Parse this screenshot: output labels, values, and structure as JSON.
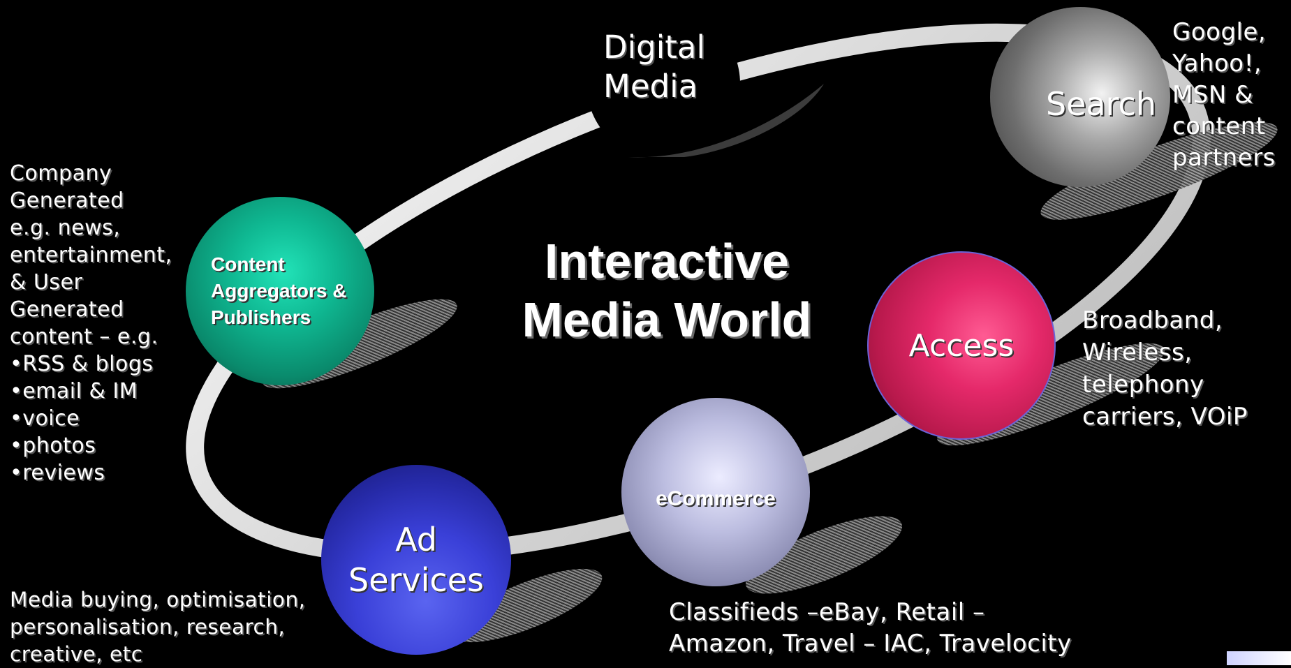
{
  "title": "Interactive Media World",
  "digital_media_label": "Digital Media",
  "nodes": {
    "search": {
      "label": "Search",
      "color": "#8a8a8a"
    },
    "access": {
      "label": "Access",
      "color": "#e0245e"
    },
    "ecommerce": {
      "label": "eCommerce",
      "color": "#a9aac8"
    },
    "ad_services": {
      "label": "Ad Services",
      "color": "#3038c8"
    },
    "content": {
      "label": "Content Aggregators & Publishers",
      "color": "#0a9a7a"
    }
  },
  "annotations": {
    "search": "Google,\nYahoo!,\nMSN &\ncontent\npartners",
    "access": "Broadband,\nWireless,\ntelephony\ncarriers, VOiP",
    "ecommerce": "Classifieds –eBay, Retail –\nAmazon, Travel – IAC, Travelocity",
    "ad_services": "Media buying, optimisation,\npersonalisation, research,\ncreative, etc",
    "content": "Company\nGenerated\ne.g. news,\nentertainment,\n& User\nGenerated\ncontent – e.g.\n•RSS & blogs\n•email & IM\n•voice\n•photos\n•reviews"
  }
}
